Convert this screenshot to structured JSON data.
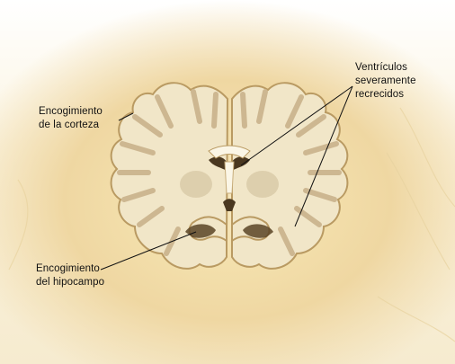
{
  "labels": {
    "cortex": {
      "line1": "Encogimiento",
      "line2": "de la corteza"
    },
    "ventricles": {
      "line1": "Ventrículos",
      "line2": "severamente",
      "line3": "recrecidos"
    },
    "hippocampus": {
      "line1": "Encogimiento",
      "line2": "del hipocampo"
    }
  },
  "colors": {
    "brain_fill": "#f1e6c8",
    "brain_edge": "#b99a62",
    "gray_matter": "#cdb791",
    "background_glow": "#efd7a2",
    "leader_lines": "#111111"
  }
}
